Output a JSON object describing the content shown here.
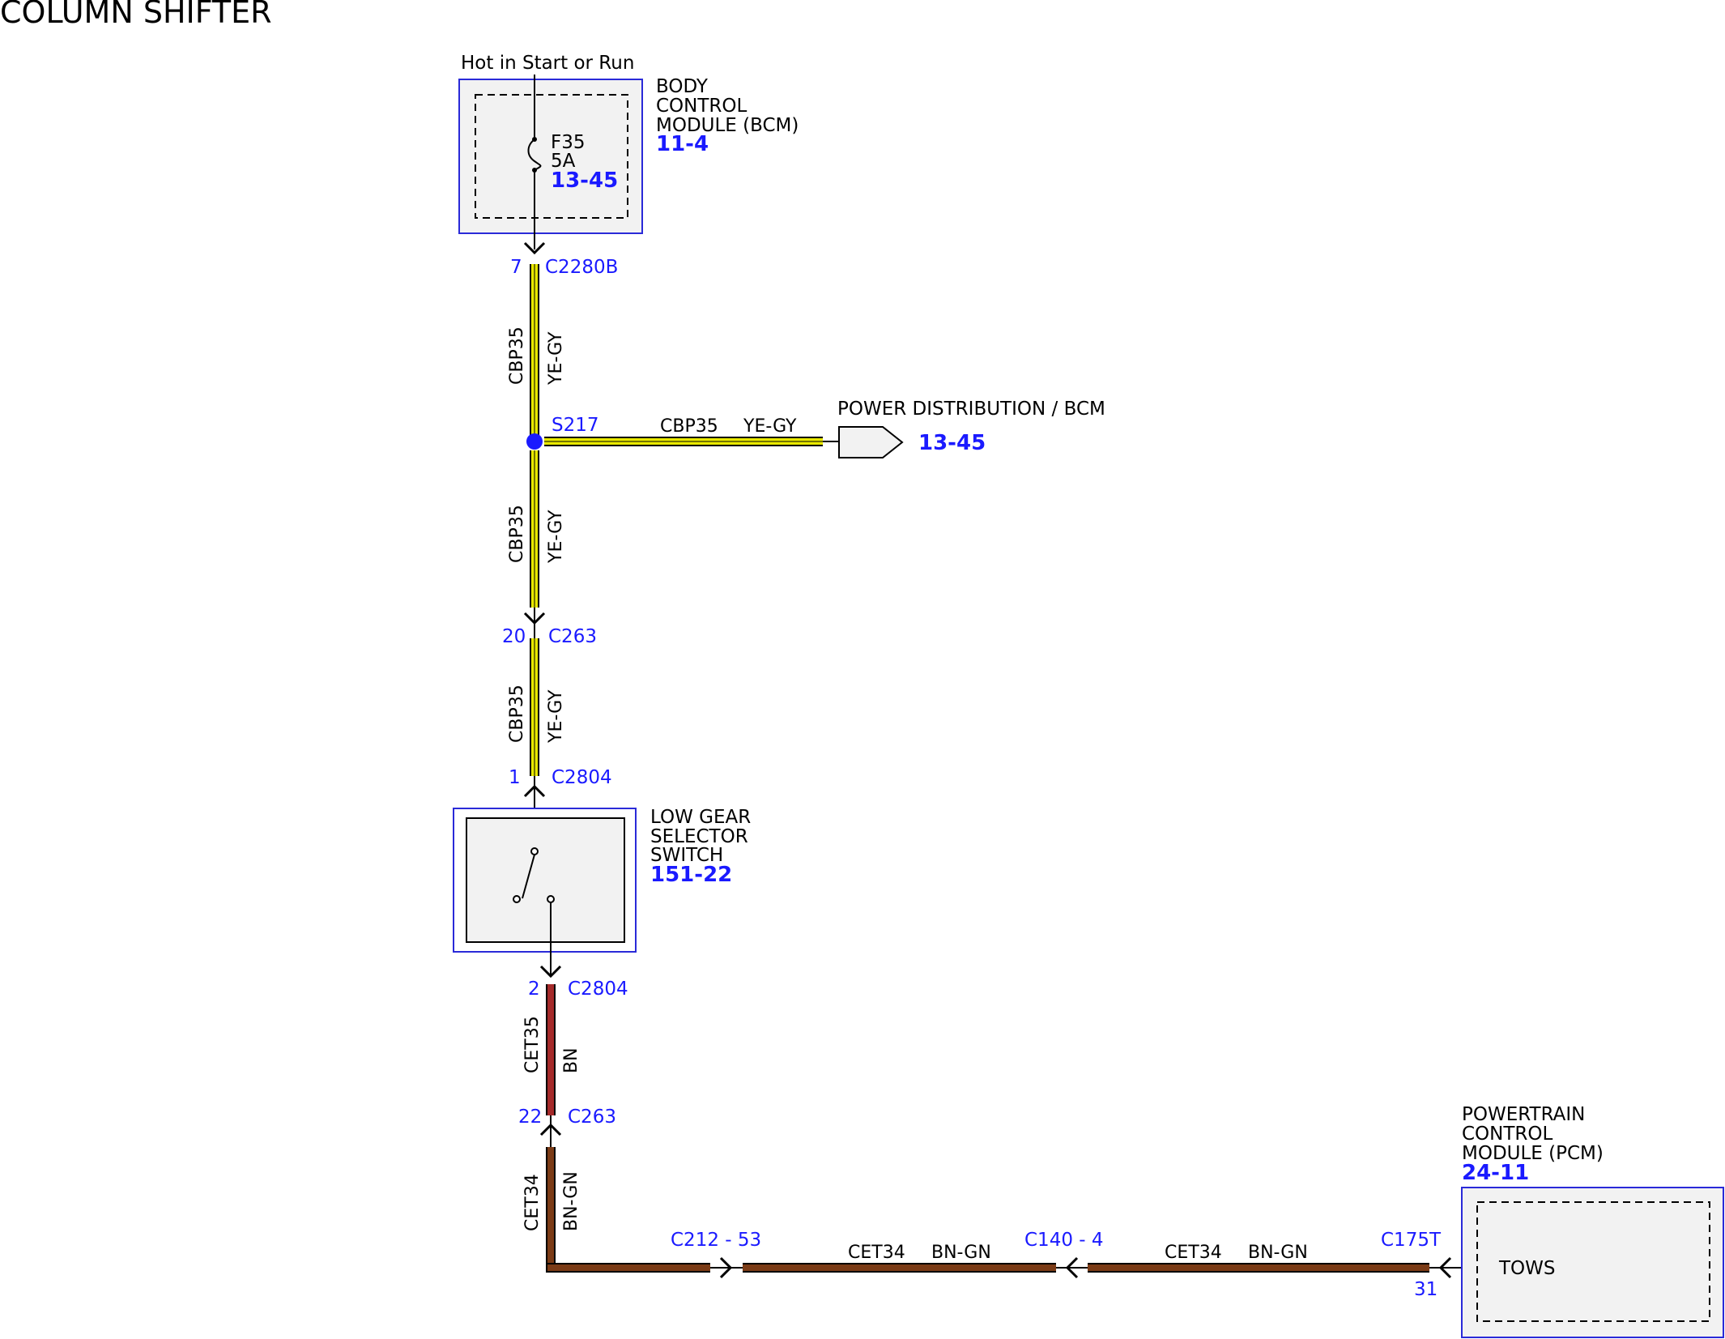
{
  "title": "COLUMN SHIFTER",
  "colors": {
    "wire_ye_gy": "#e8e800",
    "wire_bn": "#a52a2a",
    "wire_bn_gn": "#7b3b16",
    "component_border": "#2a2ad8",
    "component_fill": "#f2f2f2",
    "splice": "#1a1aff",
    "link_text": "#1a1aff"
  },
  "bcm": {
    "supply_label": "Hot in Start or Run",
    "name_line1": "BODY",
    "name_line2": "CONTROL",
    "name_line3": "MODULE (BCM)",
    "ref": "11-4",
    "fuse_name": "F35",
    "fuse_rating": "5A",
    "fuse_ref": "13-45"
  },
  "connectors": {
    "c2280b_pin": "7",
    "c2280b_name": "C2280B",
    "s217": "S217",
    "c263_pin_a": "20",
    "c263_name_a": "C263",
    "c2804_pin_a": "1",
    "c2804_name_a": "C2804",
    "c2804_pin_b": "2",
    "c2804_name_b": "C2804",
    "c263_pin_b": "22",
    "c263_name_b": "C263",
    "c212": "C212 -  53",
    "c140": "C140 -  4",
    "c175t": "C175T",
    "c175t_pin": "31"
  },
  "wires": {
    "seg1_circuit": "CBP35",
    "seg1_color": "YE-GY",
    "branch_circuit": "CBP35",
    "branch_color": "YE-GY",
    "seg2_circuit": "CBP35",
    "seg2_color": "YE-GY",
    "seg3_circuit": "CBP35",
    "seg3_color": "YE-GY",
    "seg4_circuit": "CET35",
    "seg4_color": "BN",
    "seg5_circuit": "CET34",
    "seg5_color": "BN-GN",
    "seg6_circuit": "CET34",
    "seg6_color": "BN-GN",
    "seg7_circuit": "CET34",
    "seg7_color": "BN-GN"
  },
  "power_distribution": {
    "label": "POWER DISTRIBUTION / BCM",
    "ref": "13-45"
  },
  "switch": {
    "name_line1": "LOW GEAR",
    "name_line2": "SELECTOR",
    "name_line3": "SWITCH",
    "ref": "151-22"
  },
  "pcm": {
    "name_line1": "POWERTRAIN",
    "name_line2": "CONTROL",
    "name_line3": "MODULE (PCM)",
    "ref": "24-11",
    "pin_label": "TOWS"
  }
}
